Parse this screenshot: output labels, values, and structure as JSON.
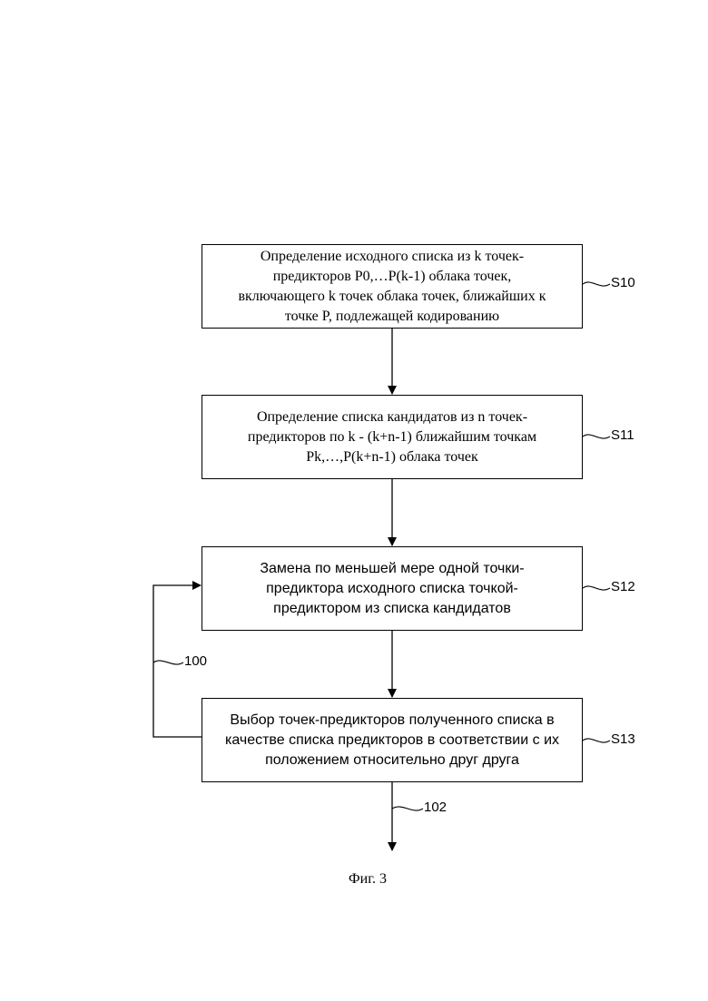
{
  "steps": [
    {
      "id": "S10",
      "text": "Определение исходного списка из k точек-\nпредикторов P0,…P(k-1) облака точек,\nвключающего k точек облака точек, ближайших к\nточке P, подлежащей кодированию"
    },
    {
      "id": "S11",
      "text": "Определение списка кандидатов из n точек-\nпредикторов по k - (k+n-1) ближайшим точкам\nPk,…,P(k+n-1) облака точек"
    },
    {
      "id": "S12",
      "text": "Замена по меньшей мере одной точки-\nпредиктора исходного списка точкой-\nпредиктором из списка кандидатов"
    },
    {
      "id": "S13",
      "text": "Выбор точек-предикторов полученного списка в\nкачестве списка предикторов в соответствии с их\nположением относительно друг друга"
    }
  ],
  "loop_label": "100",
  "output_label": "102",
  "caption": "Фиг. 3"
}
